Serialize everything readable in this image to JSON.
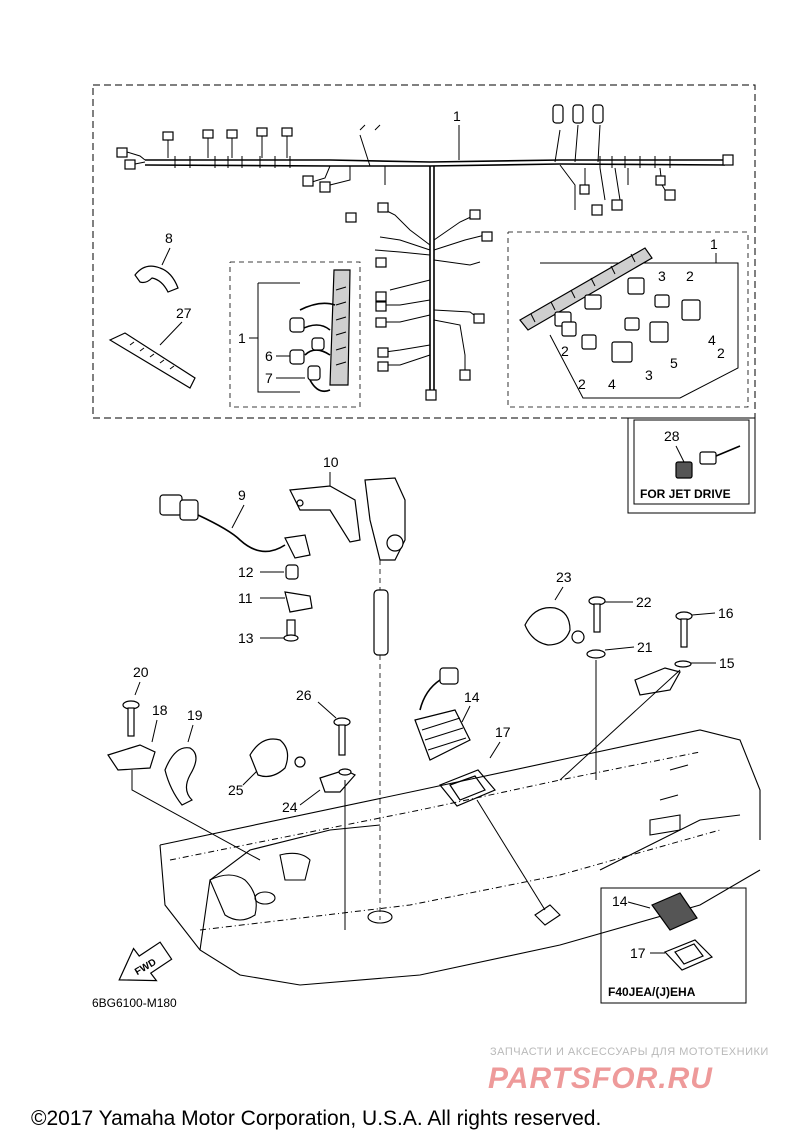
{
  "diagram": {
    "part_code": "6BG6100-M180",
    "fwd_label": "FWD",
    "copyright": "©2017 Yamaha Motor Corporation, U.S.A. All rights reserved.",
    "watermark": {
      "top_text": "ЗАПЧАСТИ И АКСЕССУАРЫ ДЛЯ МОТОТЕХНИКИ",
      "main_text": "PARTSFOR.RU"
    },
    "inset_boxes": {
      "jet_drive": {
        "label": "FOR JET DRIVE",
        "parts": [
          "28"
        ]
      },
      "f40": {
        "label": "F40JEA/(J)EHA",
        "parts": [
          "14",
          "17"
        ]
      }
    },
    "callouts": {
      "n1_top": "1",
      "n1_left": "1",
      "n1_right": "1",
      "n2a": "2",
      "n2b": "2",
      "n2c": "2",
      "n2d": "2",
      "n3a": "3",
      "n3b": "3",
      "n4a": "4",
      "n4b": "4",
      "n5": "5",
      "n6": "6",
      "n7": "7",
      "n8": "8",
      "n9": "9",
      "n10": "10",
      "n11": "11",
      "n12": "12",
      "n13": "13",
      "n14": "14",
      "n15": "15",
      "n16": "16",
      "n17": "17",
      "n18": "18",
      "n19": "19",
      "n20": "20",
      "n21": "21",
      "n22": "22",
      "n23": "23",
      "n24": "24",
      "n25": "25",
      "n26": "26",
      "n27": "27",
      "n28": "28",
      "n14b": "14",
      "n17b": "17"
    }
  }
}
